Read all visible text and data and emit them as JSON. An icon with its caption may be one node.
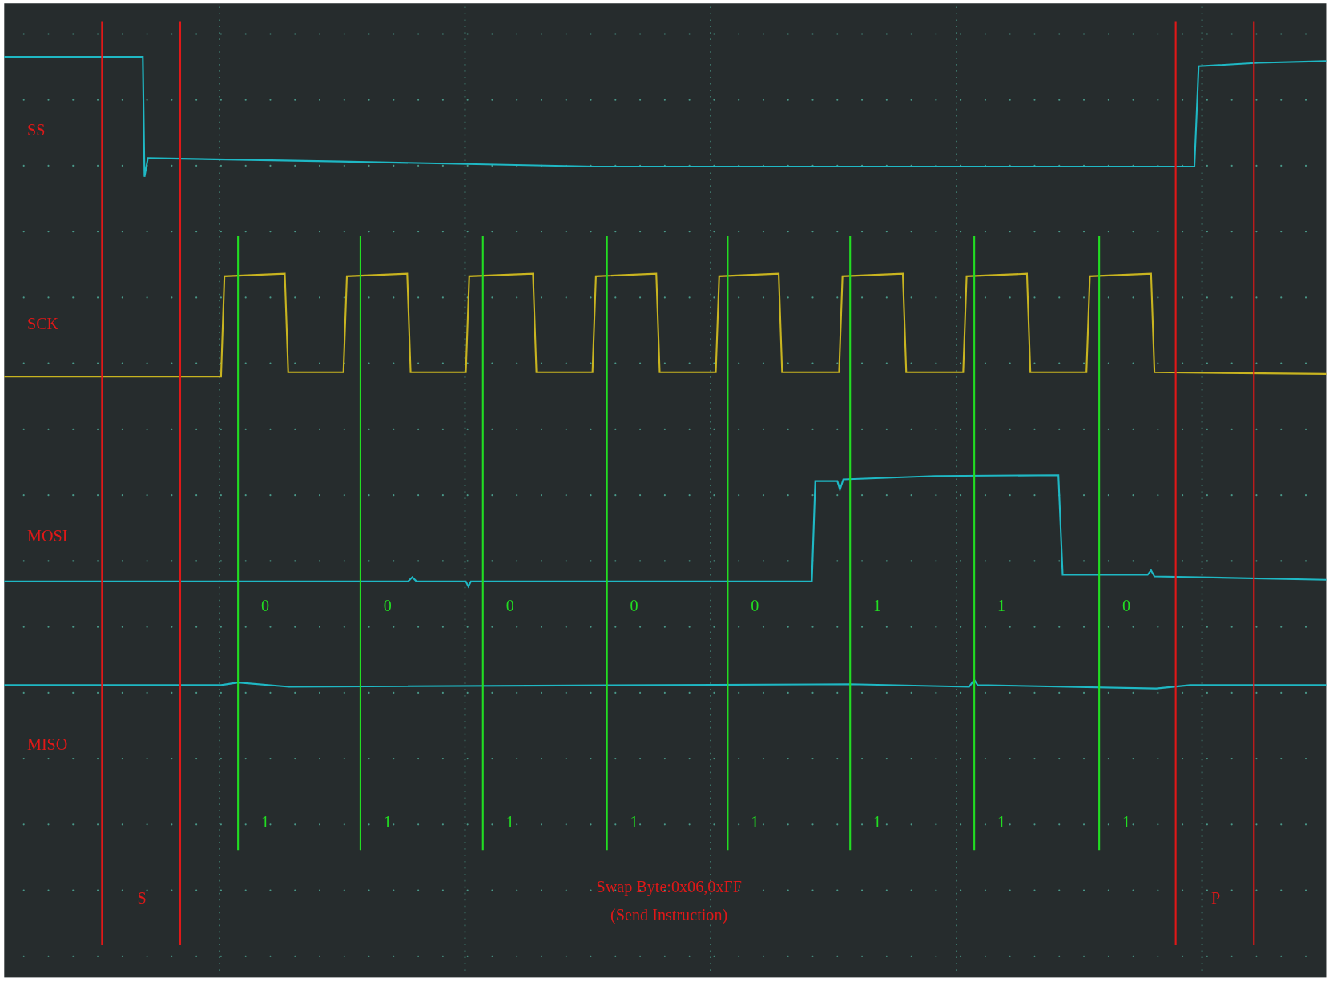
{
  "diagram": {
    "labels": [
      "SS",
      "SCK",
      "MOSI",
      "0",
      "0",
      "0",
      "0",
      "0",
      "1",
      "1",
      "0",
      "MISO",
      "1",
      "1",
      "1",
      "1",
      "1",
      "1",
      "1",
      "1",
      "S",
      "Swap Byte:0x06,0xFF",
      "(Send Instruction)",
      "P"
    ]
  }
}
